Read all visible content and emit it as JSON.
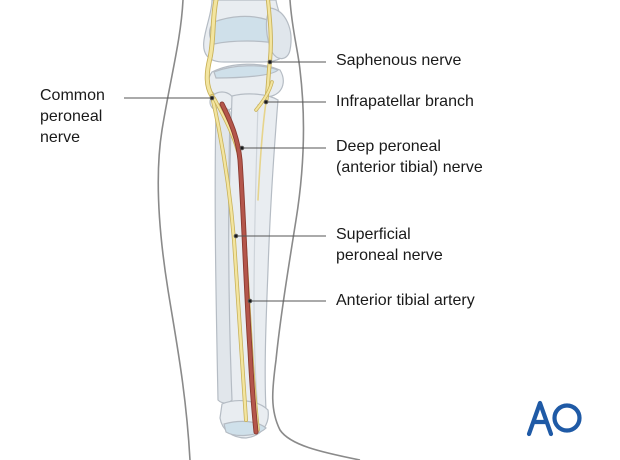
{
  "labels": {
    "saphenous": "Saphenous nerve",
    "infrapatellar": "Infrapatellar branch",
    "deep_peroneal": [
      "Deep peroneal",
      "(anterior tibial) nerve"
    ],
    "superficial_peroneal": [
      "Superficial",
      "peroneal nerve"
    ],
    "anterior_tibial_artery": "Anterior tibial artery",
    "common_peroneal": [
      "Common",
      "peroneal",
      "nerve"
    ]
  },
  "logo": {
    "text": "AO",
    "color": "#1f5aa6"
  },
  "colors": {
    "skin_outline": "#8a8a8a",
    "bone_fill": "#e9edf1",
    "bone_outline": "#b5bcc4",
    "cartilage": "#cfe0ea",
    "nerve": "#f3e5a0",
    "nerve_outline": "#c9b25a",
    "artery": "#b4564b",
    "leader": "#555555"
  }
}
